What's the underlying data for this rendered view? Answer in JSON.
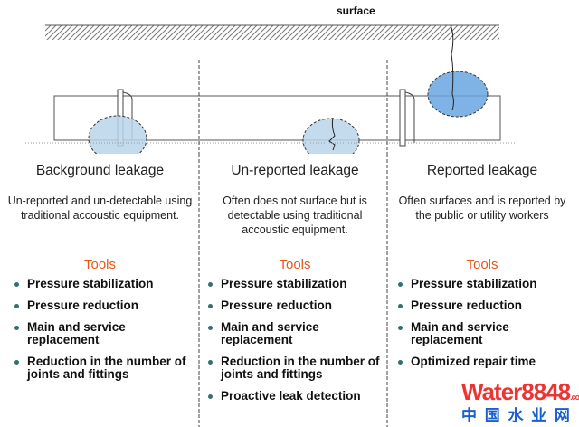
{
  "surface_label": "surface",
  "columns": [
    {
      "title": "Background leakage",
      "description": "Un-reported and un-detectable using traditional accoustic equipment.",
      "tools_label": "Tools",
      "tools": [
        "Pressure stabilization",
        "Pressure reduction",
        "Main and service replacement",
        "Reduction in the number of joints and fittings"
      ]
    },
    {
      "title": "Un-reported leakage",
      "description": "Often does not surface but is detectable using traditional accoustic equipment.",
      "tools_label": "Tools",
      "tools": [
        "Pressure stabilization",
        "Pressure reduction",
        "Main and service replacement",
        "Reduction in the number of joints and fittings",
        "Proactive leak detection"
      ]
    },
    {
      "title": "Reported leakage",
      "description": "Often surfaces and is reported by the public or utility workers",
      "tools_label": "Tools",
      "tools": [
        "Pressure stabilization",
        "Pressure reduction",
        "Main and service replacement",
        "Optimized repair time"
      ]
    }
  ],
  "watermark": {
    "brand": "Water8848",
    "domain": ".com",
    "chinese": "中 国 水 业 网"
  },
  "colors": {
    "leak_light": "#b9d5ea",
    "leak_dark": "#6aa6e0",
    "tools": "#e8561c"
  }
}
